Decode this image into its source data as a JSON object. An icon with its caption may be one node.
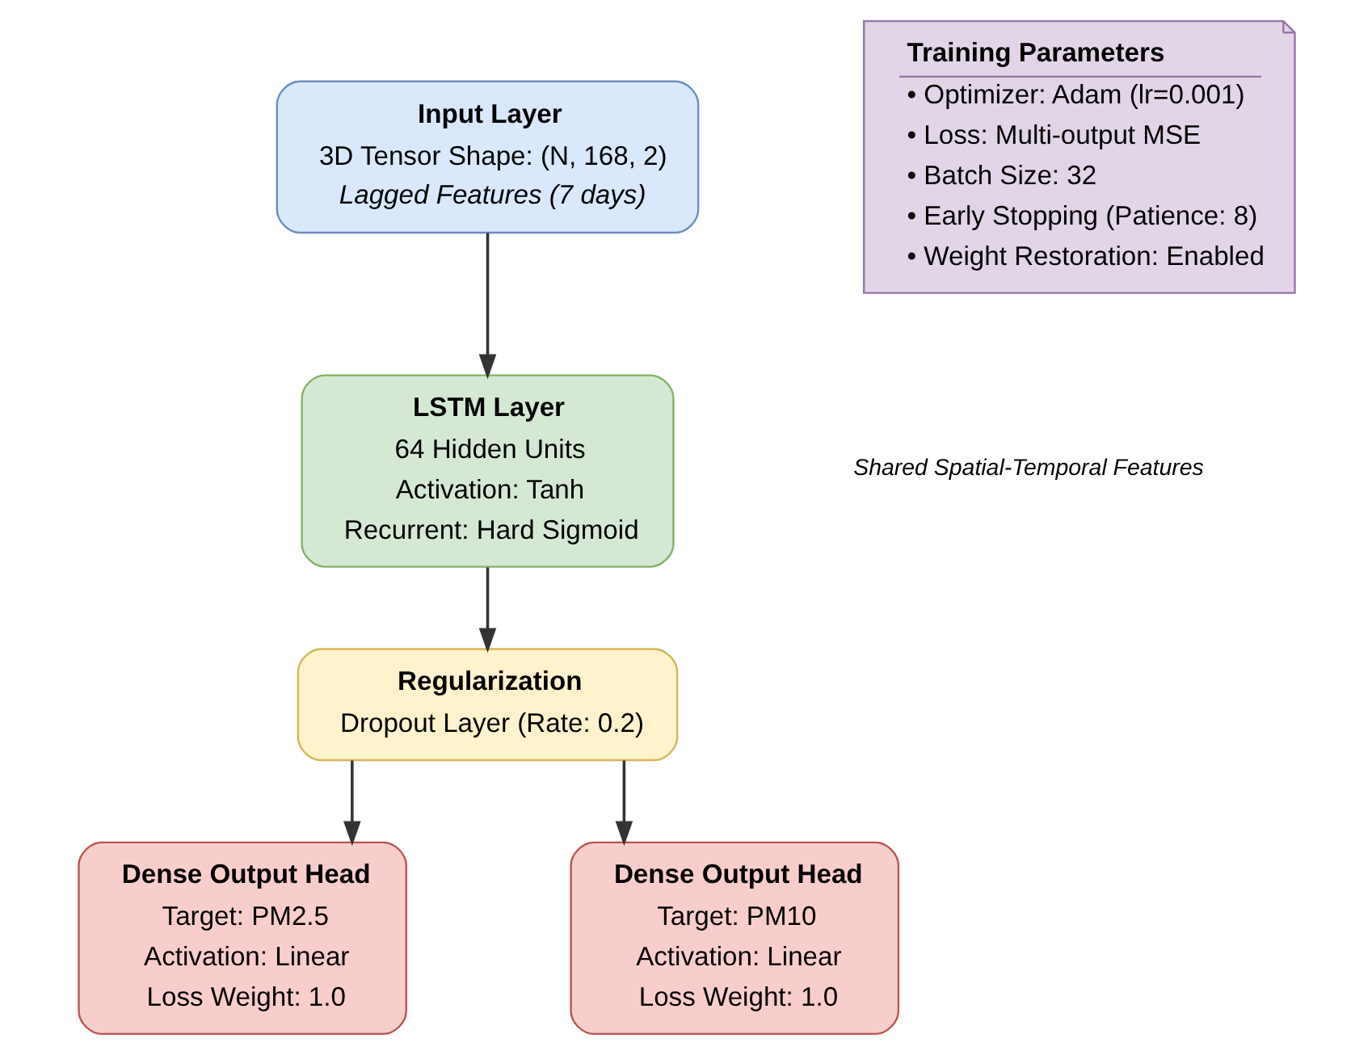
{
  "diagram": {
    "nodes": [
      {
        "text": [
          "Input Layer",
          "3D Tensor Shape: (N, 168, 2)",
          "Lagged Features (7 days)"
        ]
      },
      {
        "text": [
          "LSTM Layer",
          "64 Hidden Units",
          "Activation: Tanh",
          "Recurrent: Hard Sigmoid"
        ]
      },
      {
        "text": [
          "Regularization",
          "Dropout Layer (Rate: 0.2)"
        ]
      },
      {
        "text": [
          "Dense Output Head",
          "Target: PM2.5",
          "Activation: Linear",
          "Loss Weight: 1.0"
        ]
      },
      {
        "text": [
          "Dense Output Head",
          "Target: PM10",
          "Activation: Linear",
          "Loss Weight: 1.0"
        ]
      },
      {
        "text": [
          "Training Parameters",
          "• Optimizer: Adam (lr=0.001)",
          "• Loss: Multi-output MSE",
          "• Batch Size: 32",
          "• Early Stopping (Patience: 8)",
          "• Weight Restoration: Enabled"
        ]
      }
    ],
    "edges": [
      {
        "from": 0,
        "to": 1,
        "arrow": "to"
      },
      {
        "from": 1,
        "to": 2,
        "arrow": "to"
      },
      {
        "from": 2,
        "to": 3,
        "arrow": "to"
      },
      {
        "from": 2,
        "to": 4,
        "arrow": "to"
      }
    ],
    "labels": [
      "Shared Spatial-Temporal Features"
    ]
  }
}
